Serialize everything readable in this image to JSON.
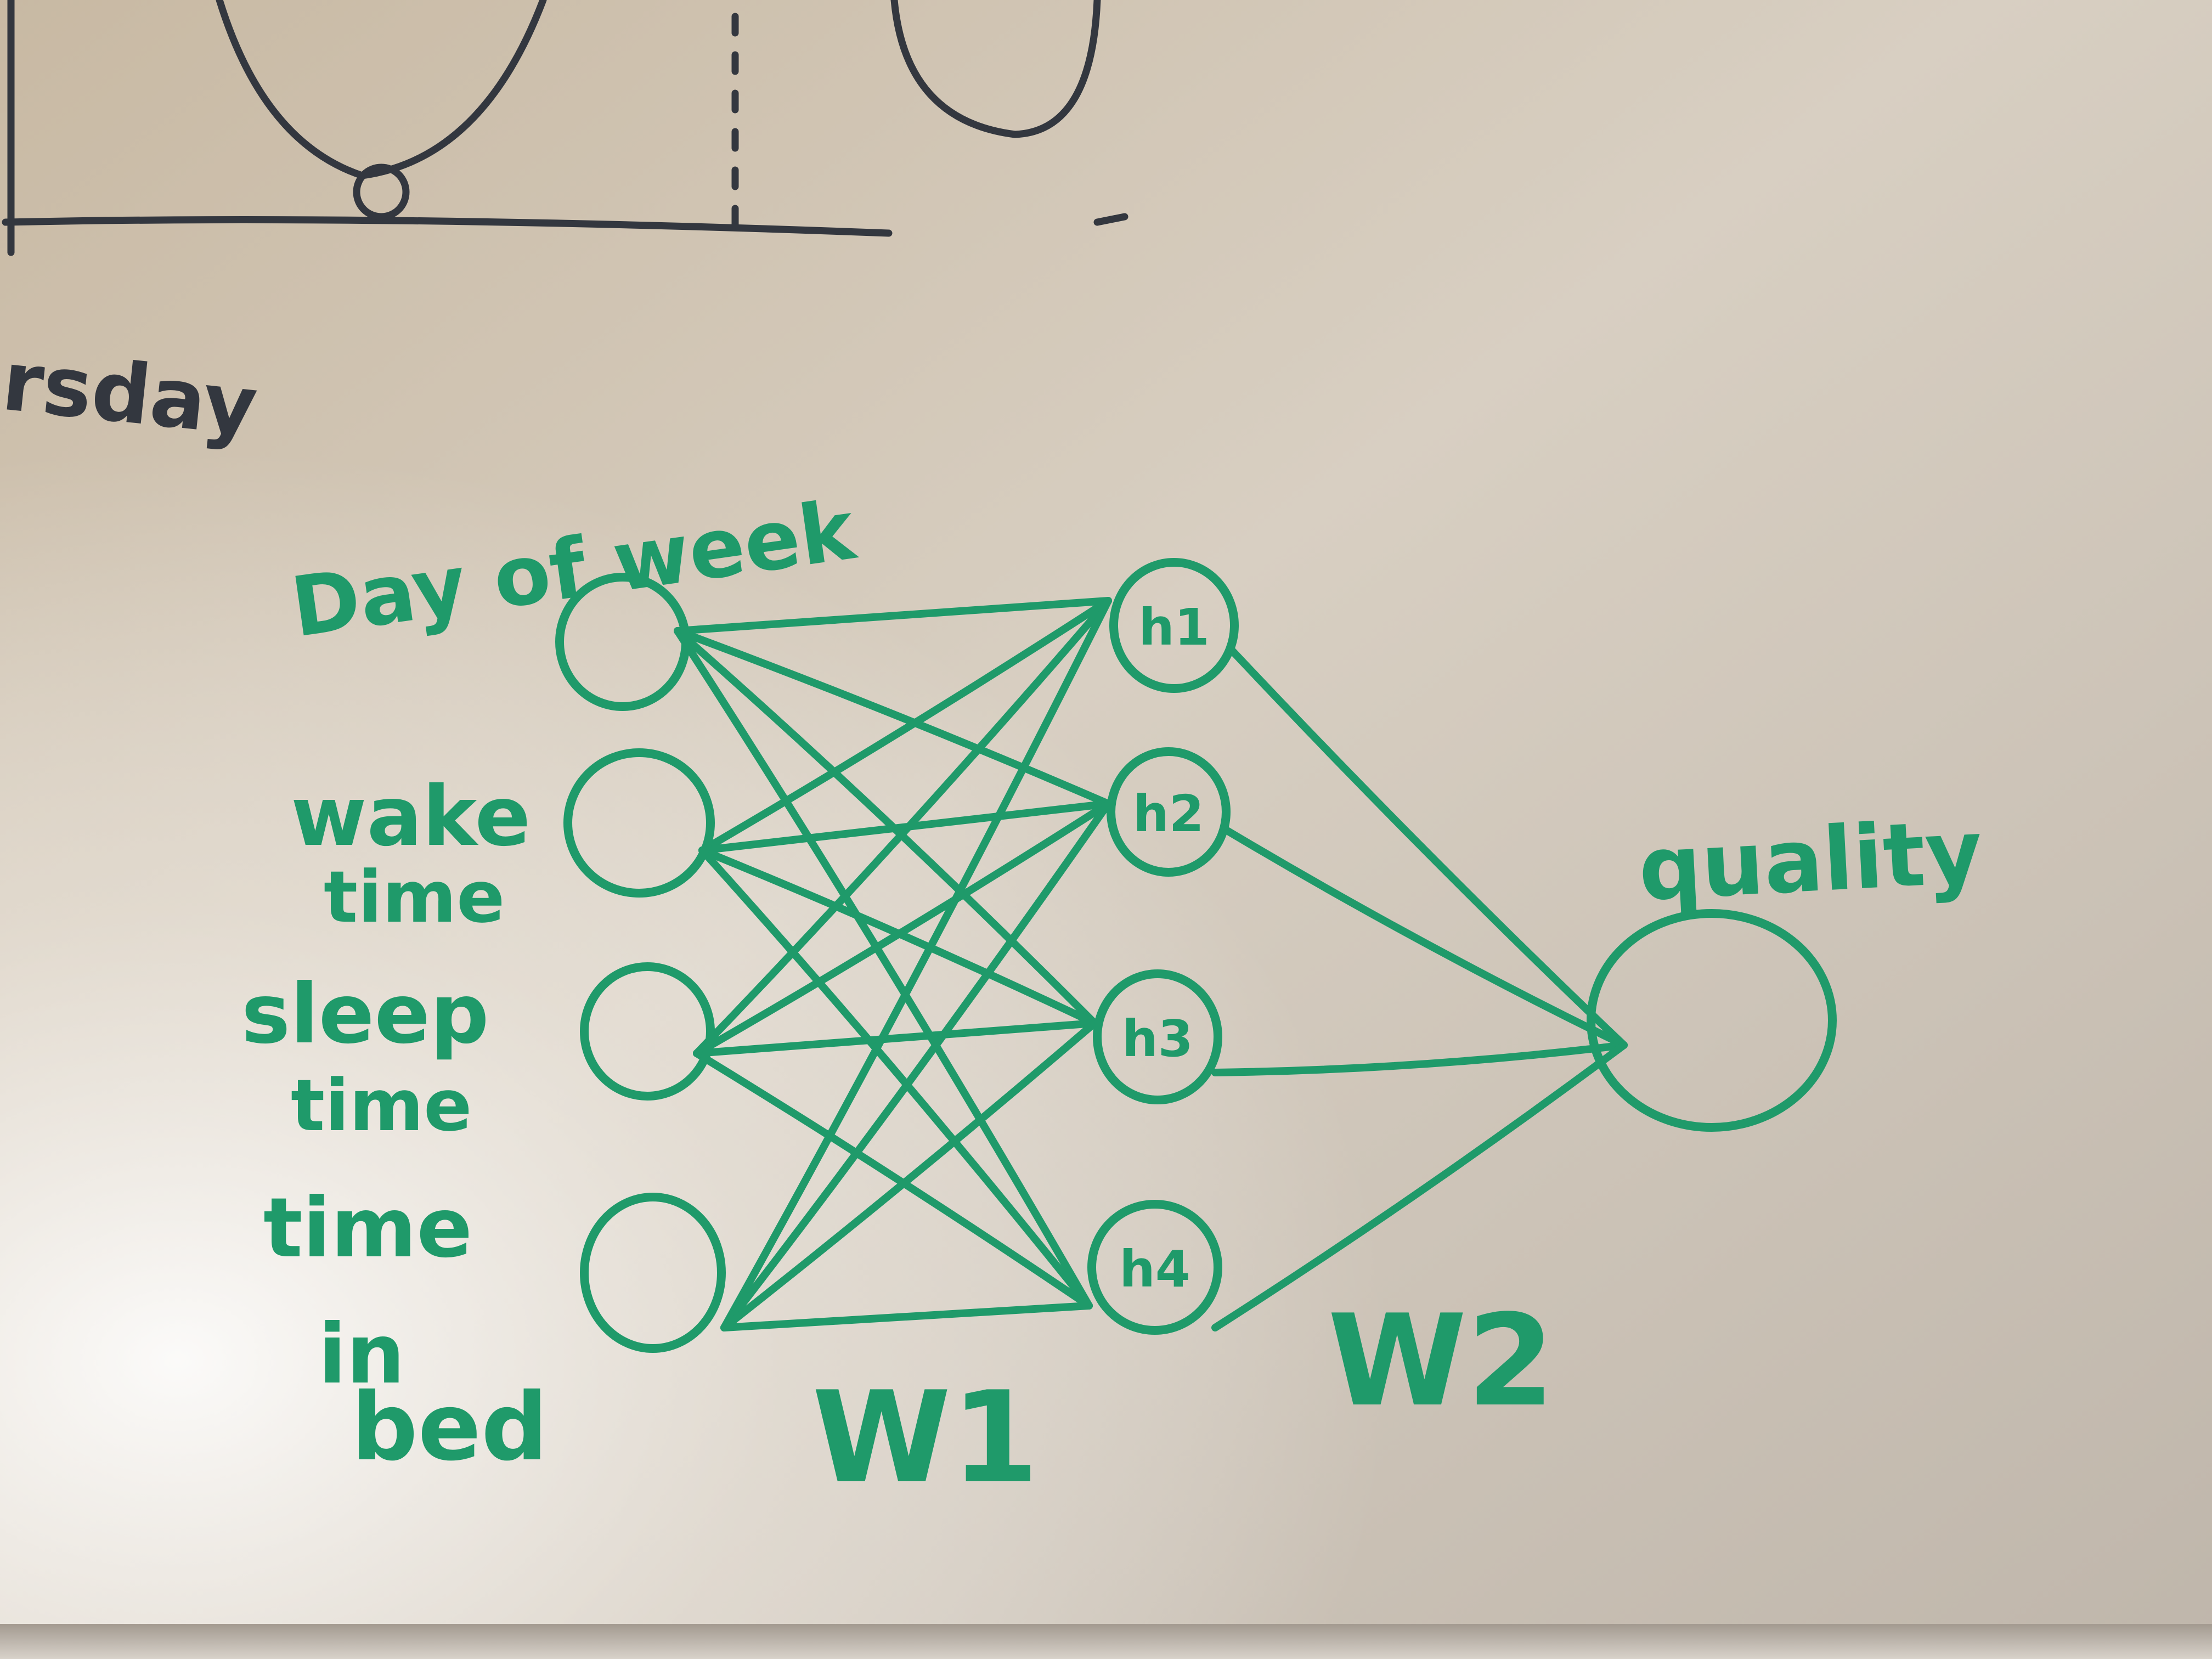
{
  "board": {
    "background": "whiteboard",
    "marker_colors": {
      "green": "#1f9a6a",
      "dark": "#33373f"
    }
  },
  "sketch_top": {
    "partial_label": "rsday",
    "marker_color": "dark"
  },
  "network": {
    "inputs": [
      {
        "id": "in1",
        "label_lines": [
          "Day of week"
        ]
      },
      {
        "id": "in2",
        "label_lines": [
          "wake",
          "time"
        ]
      },
      {
        "id": "in3",
        "label_lines": [
          "sleep",
          "time"
        ]
      },
      {
        "id": "in4",
        "label_lines": [
          "time",
          "in",
          "bed"
        ]
      }
    ],
    "hidden": [
      {
        "id": "h1",
        "label": "h1"
      },
      {
        "id": "h2",
        "label": "h2"
      },
      {
        "id": "h3",
        "label": "h3"
      },
      {
        "id": "h4",
        "label": "h4"
      }
    ],
    "output": {
      "id": "out",
      "label": "quality"
    },
    "weight_labels": {
      "input_to_hidden": "W1",
      "hidden_to_output": "W2"
    },
    "connections": {
      "input_to_hidden": "fully-connected",
      "hidden_to_output": "fully-connected"
    }
  }
}
